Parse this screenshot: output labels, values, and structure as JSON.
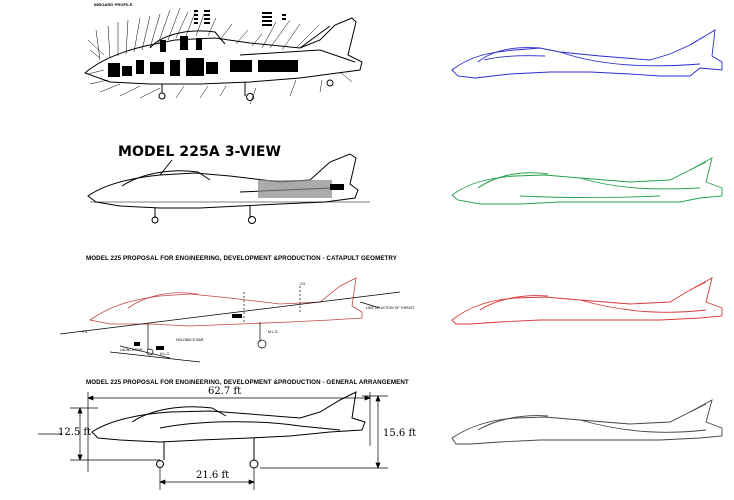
{
  "titles": {
    "row1_label": "INBOARD PROFILE",
    "row2": "MODEL 225A 3-VIEW",
    "row3": "MODEL 225 PROPOSAL FOR ENGINEERING, DEVELOPMENT &PRODUCTION - CATAPULT GEOMETRY",
    "row4": "MODEL 225 PROPOSAL FOR ENGINEERING, DEVELOPMENT &PRODUCTION - GENERAL ARRANGEMENT"
  },
  "dimensions": {
    "length": "62.7 ft",
    "height_left": "12.5 ft",
    "height_right": "15.6 ft",
    "wheelbase": "21.6 ft"
  },
  "colors": {
    "blue": "#2a2ad0",
    "green": "#22a04a",
    "red": "#d83a3a",
    "gray": "#444444",
    "black": "#000000"
  },
  "row3_labels": {
    "fs": "F.S.",
    "launch_bar": "LAUNCH BAR",
    "holdback": "HOLDBACK BAR",
    "tail": "LINE OF ACTION OF THRUST",
    "mlg": "M.L.G.",
    "nlg": "N.L.G.",
    "weight": "CG"
  }
}
